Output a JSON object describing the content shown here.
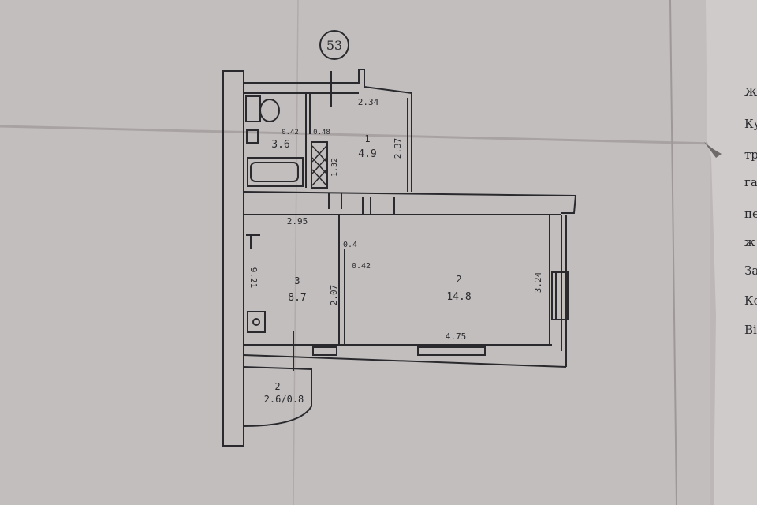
{
  "plan": {
    "apartment_number": "53",
    "rooms": [
      {
        "number": "1",
        "area": "4.9"
      },
      {
        "number": "2",
        "area": "14.8"
      },
      {
        "number": "3",
        "area": "8.7"
      },
      {
        "number": "2",
        "area": "2.6/0.8"
      }
    ],
    "bathroom_area": "3.6",
    "bathroom_mark": "0.42",
    "bathroom_mark_2": "0.48",
    "dimensions": {
      "top_width": "2.34",
      "hall_height": "2.37",
      "hall_inner": "1.32",
      "kitchen_width": "2.95",
      "door_a": "0.4",
      "door_b": "0.42",
      "partition": "2.07",
      "room_height": "3.24",
      "room_width": "4.75",
      "kitchen_height": "9.21"
    }
  },
  "side_text": [
    "Ж",
    "Ку",
    "тр",
    "га",
    "пе",
    "ж",
    "За",
    "Ко",
    "Ві"
  ]
}
